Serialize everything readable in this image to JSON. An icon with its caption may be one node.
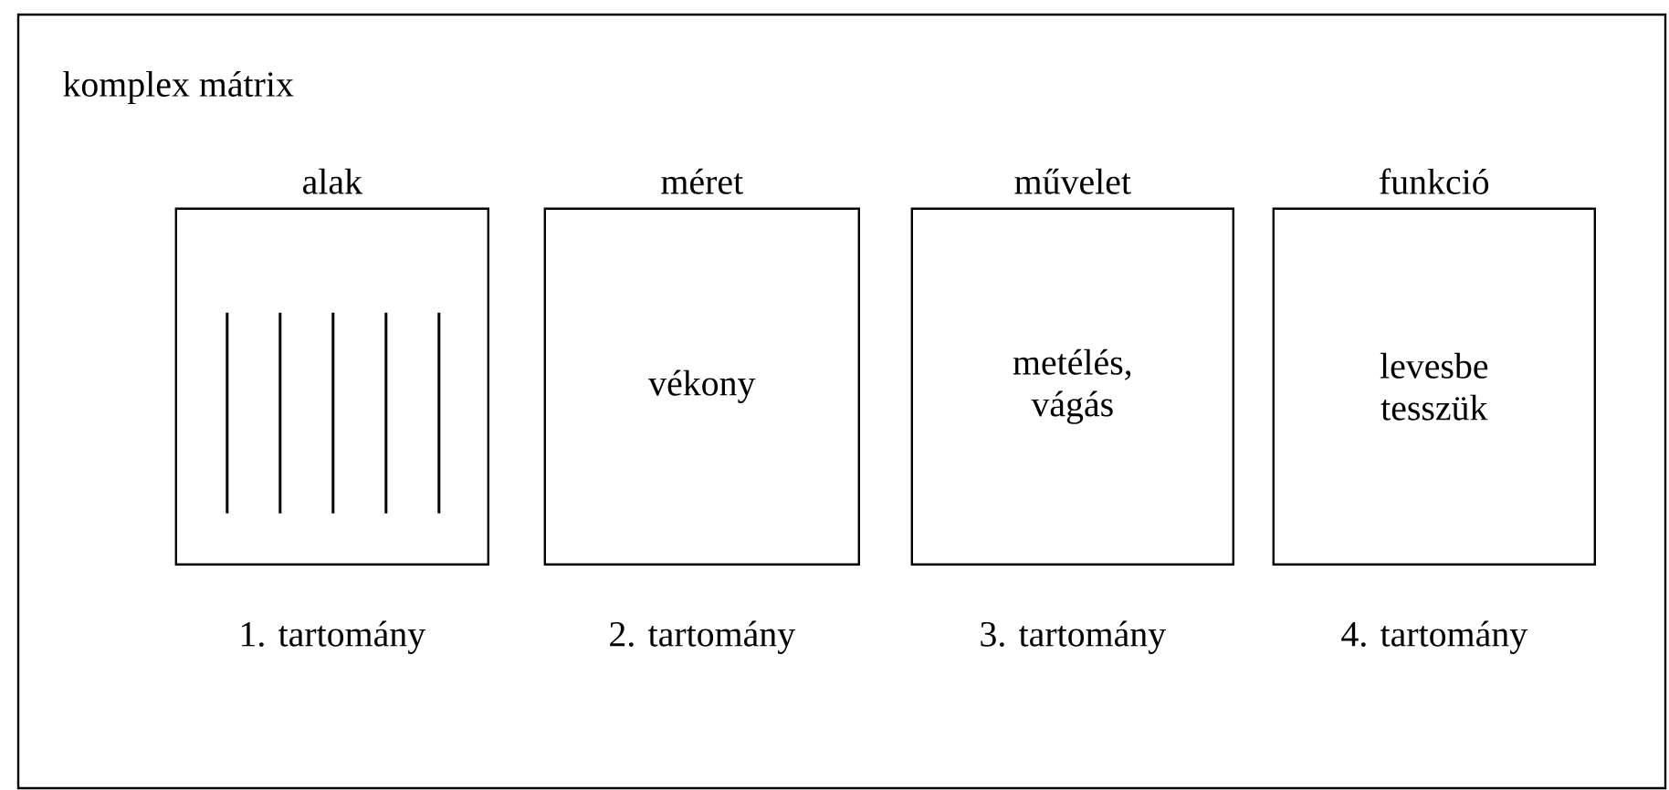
{
  "diagram": {
    "nodes": [
      {
        "text": [
          "komplex mátrix"
        ]
      },
      {
        "text": [
          "alak"
        ],
        "beside": [
          "1. tartomány"
        ],
        "in": 0
      },
      {
        "text": [
          "méret",
          "vékony"
        ],
        "beside": [
          "2. tartomány"
        ],
        "in": 0
      },
      {
        "text": [
          "művelet",
          "metélés, vágás"
        ],
        "beside": [
          "3. tartomány"
        ],
        "in": 0
      },
      {
        "text": [
          "funkció",
          "levesbe tesszük"
        ],
        "beside": [
          "4. tartomány"
        ],
        "in": 0
      }
    ]
  }
}
